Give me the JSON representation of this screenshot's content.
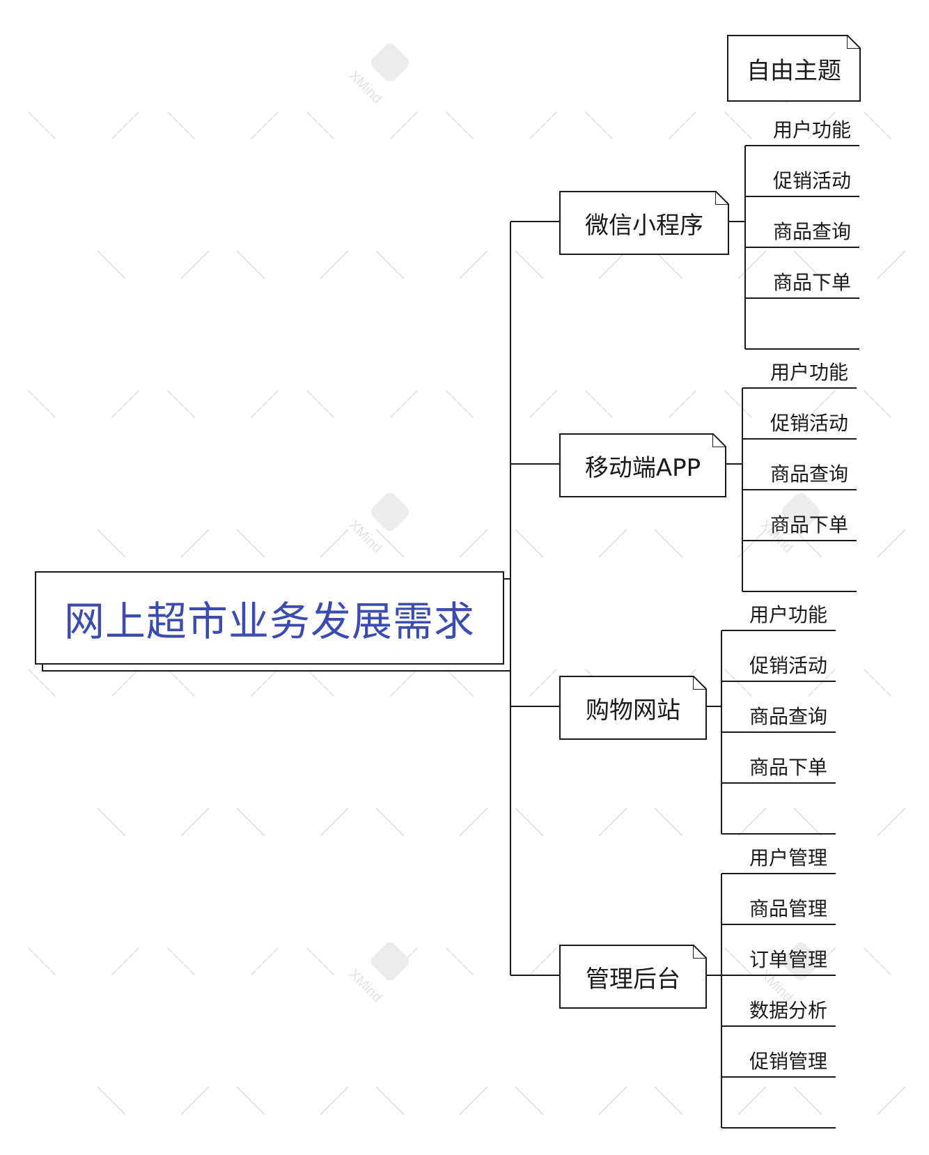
{
  "root": {
    "label": "网上超市业务发展需求"
  },
  "free_topic": {
    "label": "自由主题"
  },
  "branches": [
    {
      "label": "微信小程序",
      "children": [
        "用户功能",
        "促销活动",
        "商品查询",
        "商品下单"
      ]
    },
    {
      "label": "移动端APP",
      "children": [
        "用户功能",
        "促销活动",
        "商品查询",
        "商品下单"
      ]
    },
    {
      "label": "购物网站",
      "children": [
        "用户功能",
        "促销活动",
        "商品查询",
        "商品下单"
      ]
    },
    {
      "label": "管理后台",
      "children": [
        "用户管理",
        "商品管理",
        "订单管理",
        "数据分析",
        "促销管理"
      ]
    }
  ],
  "watermark": {
    "text": "XMind"
  },
  "colors": {
    "root_text": "#3b4bb0",
    "line": "#1a1a1a",
    "watermark": "#e6e6e6"
  }
}
